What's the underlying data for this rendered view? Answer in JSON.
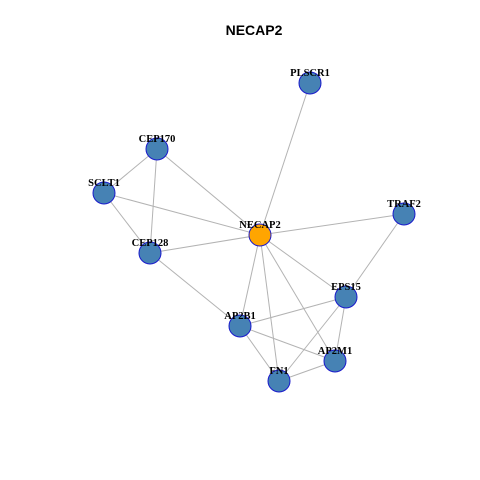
{
  "title": "NECAP2",
  "colors": {
    "background": "#ffffff",
    "edge": "#b3b3b3",
    "node_fill": "#4682b4",
    "hub_fill": "#ffa500",
    "node_stroke": "#1a1acc",
    "label": "#000000",
    "title": "#000000"
  },
  "network": {
    "hub": "NECAP2",
    "nodes": [
      {
        "id": "NECAP2",
        "label": "NECAP2",
        "hub": true
      },
      {
        "id": "PLSCR1",
        "label": "PLSCR1"
      },
      {
        "id": "CEP170",
        "label": "CEP170"
      },
      {
        "id": "SCLT1",
        "label": "SCLT1"
      },
      {
        "id": "CEP128",
        "label": "CEP128"
      },
      {
        "id": "TRAF2",
        "label": "TRAF2"
      },
      {
        "id": "EPS15",
        "label": "EPS15"
      },
      {
        "id": "AP2B1",
        "label": "AP2B1"
      },
      {
        "id": "AP2M1",
        "label": "AP2M1"
      },
      {
        "id": "FN1",
        "label": "FN1"
      }
    ],
    "edges": [
      [
        "NECAP2",
        "PLSCR1"
      ],
      [
        "NECAP2",
        "CEP170"
      ],
      [
        "NECAP2",
        "SCLT1"
      ],
      [
        "NECAP2",
        "CEP128"
      ],
      [
        "NECAP2",
        "TRAF2"
      ],
      [
        "NECAP2",
        "EPS15"
      ],
      [
        "NECAP2",
        "AP2B1"
      ],
      [
        "NECAP2",
        "AP2M1"
      ],
      [
        "NECAP2",
        "FN1"
      ],
      [
        "CEP170",
        "SCLT1"
      ],
      [
        "CEP170",
        "CEP128"
      ],
      [
        "SCLT1",
        "CEP128"
      ],
      [
        "CEP128",
        "AP2B1"
      ],
      [
        "TRAF2",
        "EPS15"
      ],
      [
        "EPS15",
        "AP2B1"
      ],
      [
        "EPS15",
        "AP2M1"
      ],
      [
        "EPS15",
        "FN1"
      ],
      [
        "AP2B1",
        "AP2M1"
      ],
      [
        "AP2B1",
        "FN1"
      ],
      [
        "AP2M1",
        "FN1"
      ]
    ]
  }
}
